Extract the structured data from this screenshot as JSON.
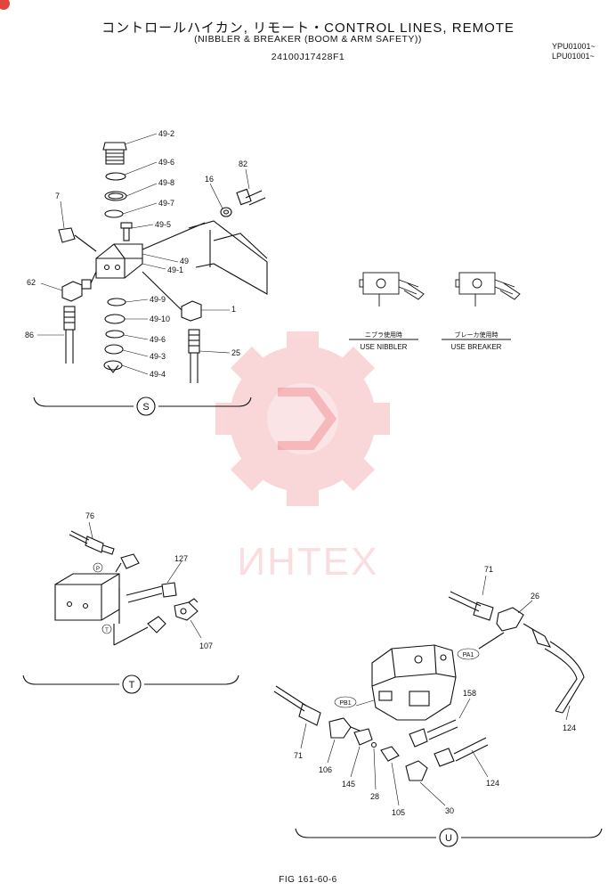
{
  "header": {
    "title": "コントロールハイカン, リモート・CONTROL LINES, REMOTE",
    "subtitle": "(NIBBLER & BREAKER (BOOM & ARM SAFETY))",
    "part_number": "24100J17428F1",
    "serial_1": "YPU01001~",
    "serial_2": "LPU01001~"
  },
  "watermark": {
    "text": "ИНТЕХ",
    "color": "#e8474c"
  },
  "section_s": {
    "marker": "S",
    "labels": [
      "49-2",
      "49-6",
      "49-8",
      "49-7",
      "49-5",
      "49",
      "49-1",
      "49-9",
      "49-10",
      "49-6",
      "49-3",
      "49-4",
      "7",
      "62",
      "86",
      "1",
      "25",
      "16",
      "82"
    ],
    "caption_nibbler_jp": "ニブラ使用時",
    "caption_nibbler": "USE NIBBLER",
    "caption_breaker_jp": "ブレーカ使用時",
    "caption_breaker": "USE BREAKER"
  },
  "section_t": {
    "marker": "T",
    "labels": [
      "76",
      "127",
      "107"
    ],
    "port_p": "P",
    "port_t": "T"
  },
  "section_u": {
    "marker": "U",
    "labels": [
      "71",
      "26",
      "158",
      "124",
      "71",
      "106",
      "145",
      "28",
      "105",
      "30",
      "124"
    ],
    "port_pa1": "PA1",
    "port_pb1": "PB1"
  },
  "footer": {
    "figure": "FIG 161-60-6"
  }
}
